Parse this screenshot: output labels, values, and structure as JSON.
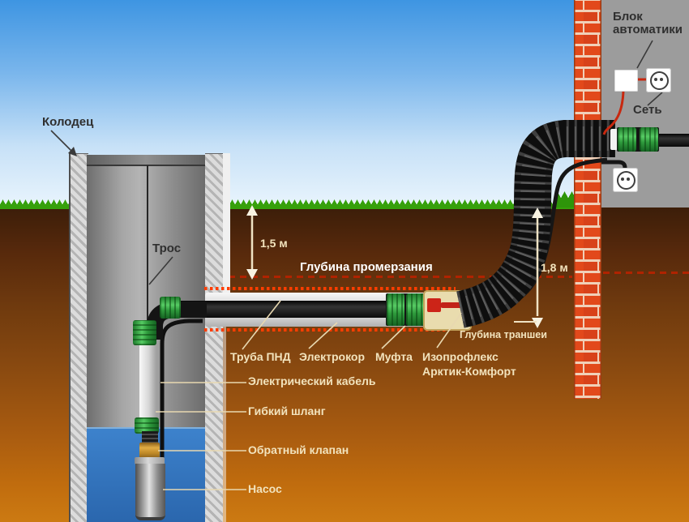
{
  "diagram": {
    "type": "well-water-supply-scheme",
    "labels": {
      "well": "Колодец",
      "rope": "Трос",
      "automation_unit": "Блок автоматики",
      "power": "Сеть",
      "freezing_depth": "Глубина промерзания",
      "trench_depth": "Глубина траншеи",
      "pipe_hdpe": "Труба ПНД",
      "electrocor": "Электрокор",
      "coupling": "Муфта",
      "izoproflex_line1": "Изопрофлекс",
      "izoproflex_line2": "Арктик-Комфорт",
      "electric_cable": "Электрический кабель",
      "flexible_hose": "Гибкий шланг",
      "check_valve": "Обратный клапан",
      "pump": "Насос"
    },
    "dimensions": {
      "surface_to_freeze": "1,5 м",
      "surface_to_trench": "1,8 м"
    },
    "colors": {
      "sky_top": "#3e95e2",
      "grass": "#36a00b",
      "soil_top": "#3a1d09",
      "soil_bottom": "#cc7a12",
      "freeze_line_red": "#b02300",
      "trench_dots_red": "#ff3d00",
      "brick": "#e2491b",
      "house_wall": "#9c9c9c",
      "water": "#2f72c0",
      "fitting_green": "#3fae4a",
      "pipe_black": "#111111",
      "insulation": "#e9dcae",
      "signal_red": "#cc2b12",
      "label_cream": "#f2e3bd"
    },
    "icons": [
      "power-socket-icon",
      "automation-unit-box",
      "dimension-arrow",
      "leader-line"
    ]
  }
}
